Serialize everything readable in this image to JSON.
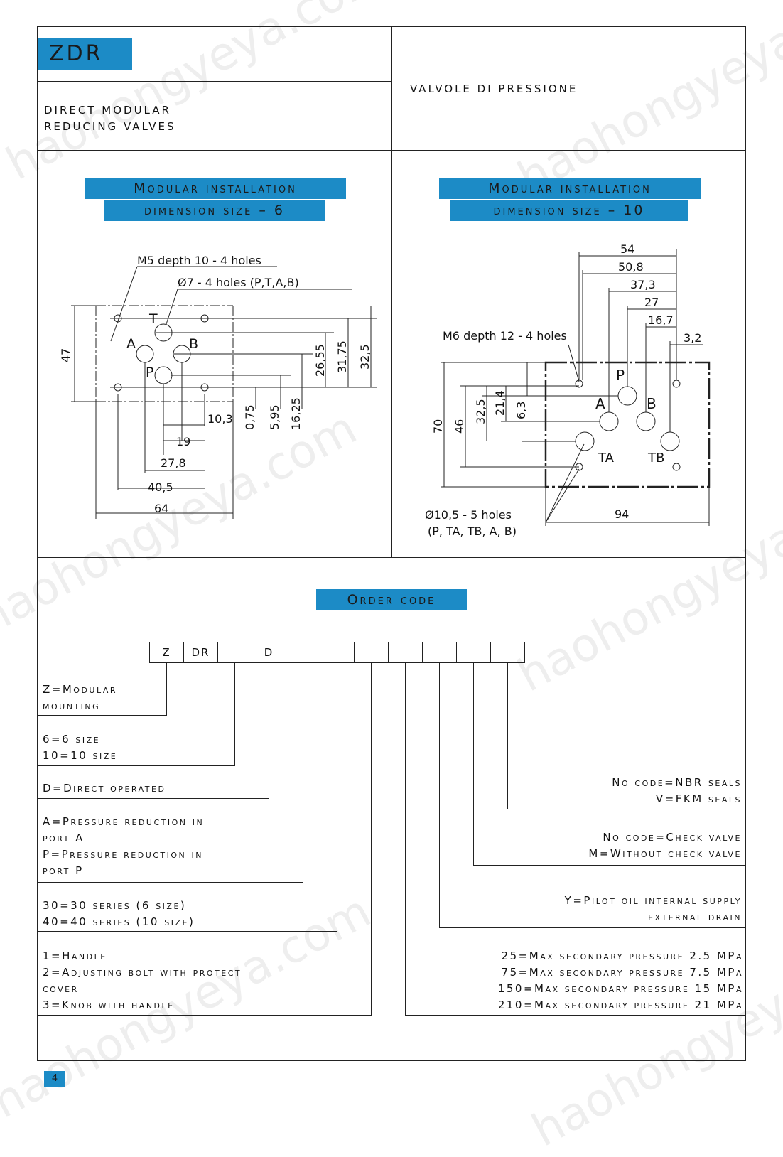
{
  "header": {
    "series_code": "ZDR",
    "subtitle_line1": "DIRECT MODULAR",
    "subtitle_line2": "REDUCING VALVES",
    "category": "VALVOLE DI PRESSIONE"
  },
  "section_size6": {
    "title_line1": "Modular installation",
    "title_line2": "dimension size – 6",
    "callout_thread": "M5 depth 10 - 4 holes",
    "callout_ports": "Ø7 - 4 holes (P,T,A,B)",
    "port_labels": [
      "T",
      "A",
      "B",
      "P"
    ],
    "dims_horizontal": [
      "10,3",
      "19",
      "27,8",
      "40,5",
      "64"
    ],
    "dims_vertical": [
      "47",
      "0,75",
      "5,95",
      "16,25",
      "26,55",
      "31,75",
      "32,5"
    ]
  },
  "section_size10": {
    "title_line1": "Modular installation",
    "title_line2": "dimension size – 10",
    "callout_thread": "M6 depth 12 - 4 holes",
    "callout_ports_line1": "Ø10,5 - 5 holes",
    "callout_ports_line2": "(P, TA, TB, A, B)",
    "port_labels": [
      "P",
      "A",
      "B",
      "TA",
      "TB"
    ],
    "dims_horizontal": [
      "54",
      "50,8",
      "37,3",
      "27",
      "16,7",
      "3,2",
      "94"
    ],
    "dims_vertical": [
      "70",
      "46",
      "32,5",
      "21,4",
      "6,3"
    ]
  },
  "order_code": {
    "title": "Order code",
    "boxes": [
      "Z",
      "DR",
      "",
      "D",
      "",
      "",
      "",
      "",
      "",
      "",
      ""
    ],
    "left_labels": [
      [
        "Z=Modular",
        "mounting"
      ],
      [
        "6=6 size",
        "10=10 size"
      ],
      [
        "D=Direct operated"
      ],
      [
        "A=Pressure reduction in",
        "port A",
        "P=Pressure reduction in",
        "port P"
      ],
      [
        "30=30 series (6 size)",
        "40=40 series (10 size)"
      ],
      [
        "1=Handle",
        "2=Adjusting bolt with protect",
        "cover",
        "3=Knob with handle"
      ]
    ],
    "right_labels": [
      [
        "No code=NBR seals",
        "V=FKM seals"
      ],
      [
        "No code=Check valve",
        "M=Without check valve"
      ],
      [
        "Y=Pilot oil internal supply",
        "external drain"
      ],
      [
        "25=Max secondary pressure 2.5 MPa",
        "75=Max secondary pressure 7.5 MPa",
        "150=Max secondary pressure 15 MPa",
        "210=Max secondary pressure 21 MPa"
      ]
    ]
  },
  "watermark": "haohongyeya.com",
  "page_number": "4",
  "colors": {
    "accent": "#1c8bc6",
    "line": "#222222"
  }
}
